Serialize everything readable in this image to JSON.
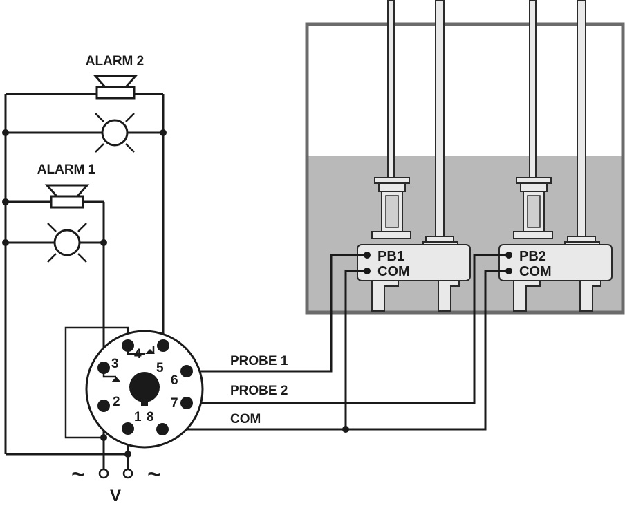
{
  "alarms": {
    "alarm2_label": "ALARM 2",
    "alarm1_label": "ALARM 1"
  },
  "socket": {
    "pins": [
      "1",
      "2",
      "3",
      "4",
      "5",
      "6",
      "7",
      "8"
    ]
  },
  "wires": {
    "probe1_label": "PROBE 1",
    "probe2_label": "PROBE 2",
    "com_label": "COM"
  },
  "supply": {
    "tilde_left": "~",
    "tilde_right": "~",
    "voltage_label": "V"
  },
  "tank": {
    "probe_block_1": {
      "signal_label": "PB1",
      "com_label": "COM"
    },
    "probe_block_2": {
      "signal_label": "PB2",
      "com_label": "COM"
    }
  },
  "colors": {
    "line": "#1a1a1a",
    "tank_frame": "#6b6b6b",
    "liquid": "#b9b9b9",
    "probe_body": "#e9e9e9"
  }
}
